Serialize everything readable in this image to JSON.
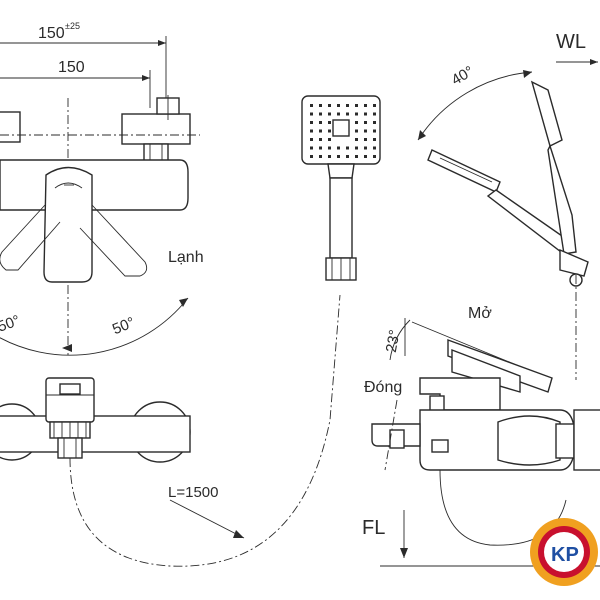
{
  "dimensions": {
    "overall_base": "150",
    "overall_tolerance": "±25",
    "centre_distance": "150",
    "hose_length": "L=1500",
    "lever_angle_left": "50°",
    "lever_angle_right": "50°",
    "lever_tilt_angle": "23°",
    "shower_tilt_angle": "40°"
  },
  "labels": {
    "cold": "Lạnh",
    "open": "Mở",
    "closed": "Đóng",
    "wall_level": "WL",
    "floor_level": "FL"
  },
  "logo": {
    "text": "KP",
    "colors": {
      "outer": "#f0a020",
      "inner": "#c8102e",
      "letters": "#1f4fa3"
    }
  }
}
